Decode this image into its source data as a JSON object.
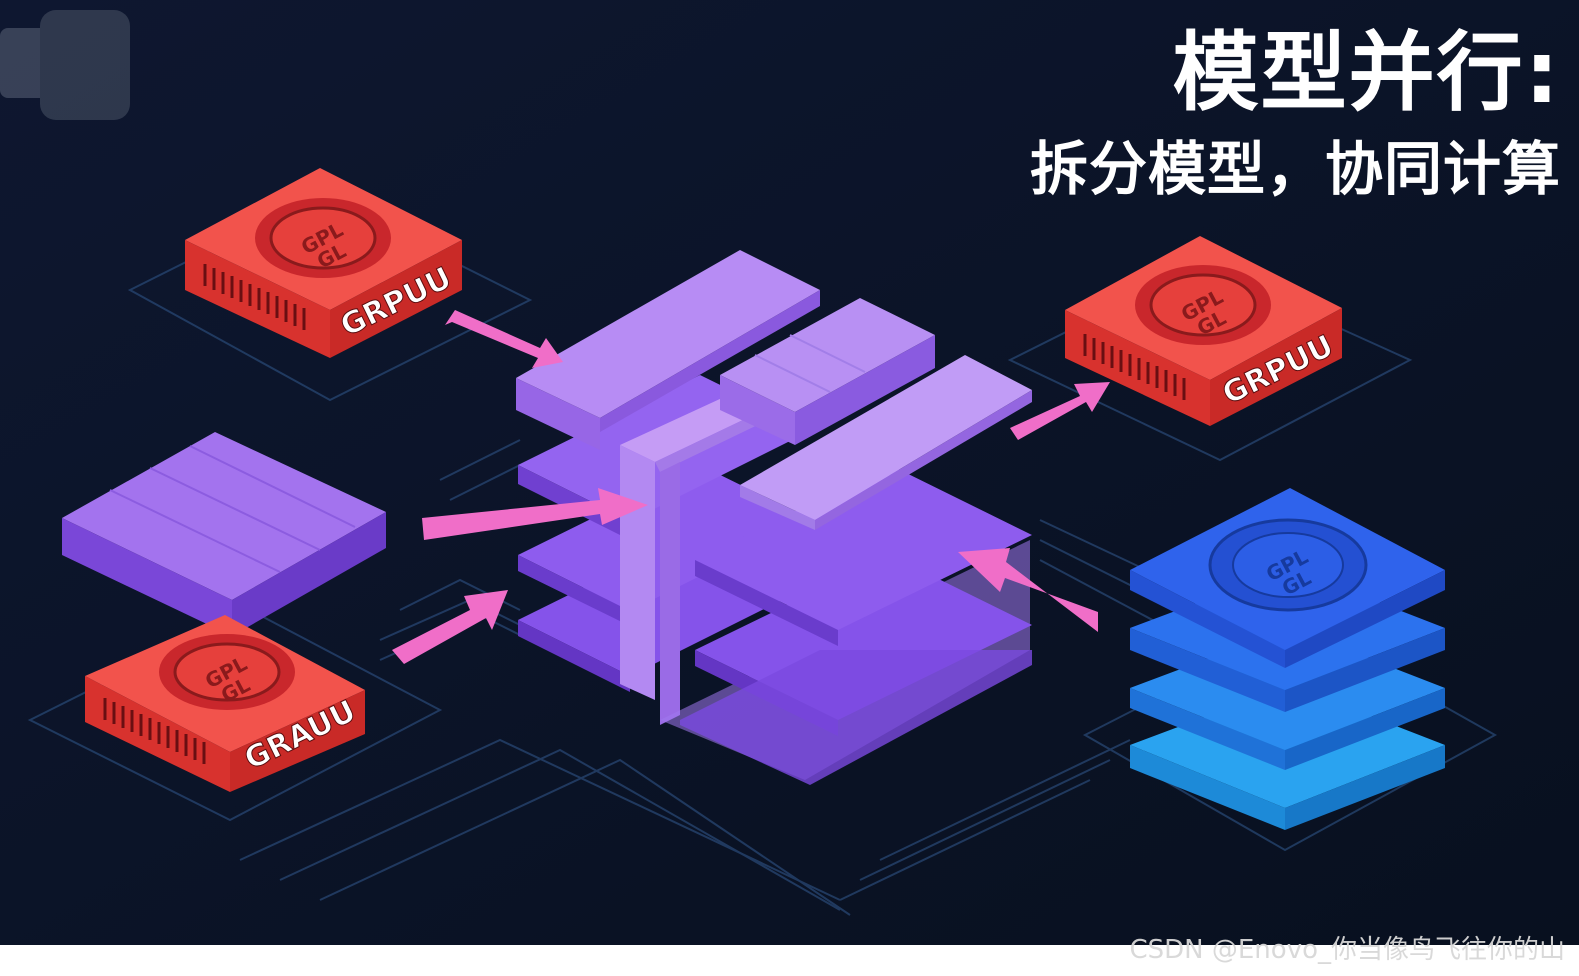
{
  "title": {
    "main": "模型并行:",
    "subtitle": "拆分模型，协同计算"
  },
  "chips": {
    "top_left": {
      "name": "GRPUU",
      "seal": [
        "GPL",
        "GL"
      ]
    },
    "bottom_left": {
      "name": "GRAUU",
      "seal": [
        "GPL",
        "GL"
      ]
    },
    "top_right": {
      "name": "GRPUU",
      "seal": [
        "GPL",
        "GL"
      ]
    },
    "stack_right": {
      "seal": [
        "GPL",
        "GL"
      ]
    }
  },
  "watermark": "CSDN @Enovo_你当像鸟飞往你的山",
  "colors": {
    "background": "#0b1428",
    "chip_red": "#f14a45",
    "layer_purple": "#a26ff0",
    "arrow_pink": "#f06ec8",
    "stack_blue": "#2f6ee8"
  }
}
